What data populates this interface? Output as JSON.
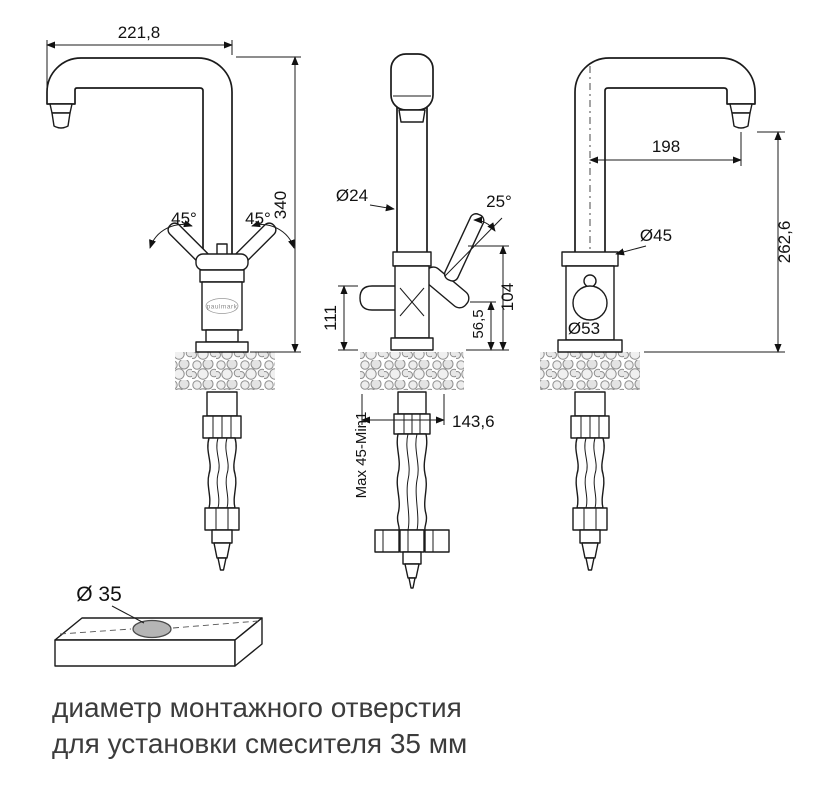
{
  "diagram": {
    "left_view": {
      "width": "221,8",
      "height": "340",
      "angle_left": "45°",
      "angle_right": "45°",
      "logo": "paulmark"
    },
    "front_view": {
      "spout_diameter": "Ø24",
      "handle_angle": "25°",
      "spout_height": "111",
      "body_height": "104",
      "outlet_height": "56,5",
      "base_width": "143,6",
      "mount_range": "Max 45-Min1"
    },
    "right_view": {
      "reach": "198",
      "spout_height": "262,6",
      "body_diameter": "Ø45",
      "flange_diameter": "Ø53"
    },
    "hole": {
      "label": "Ø 35"
    },
    "caption": {
      "line1": "диаметр монтажного отверстия",
      "line2": "для установки смесителя 35 мм"
    }
  }
}
